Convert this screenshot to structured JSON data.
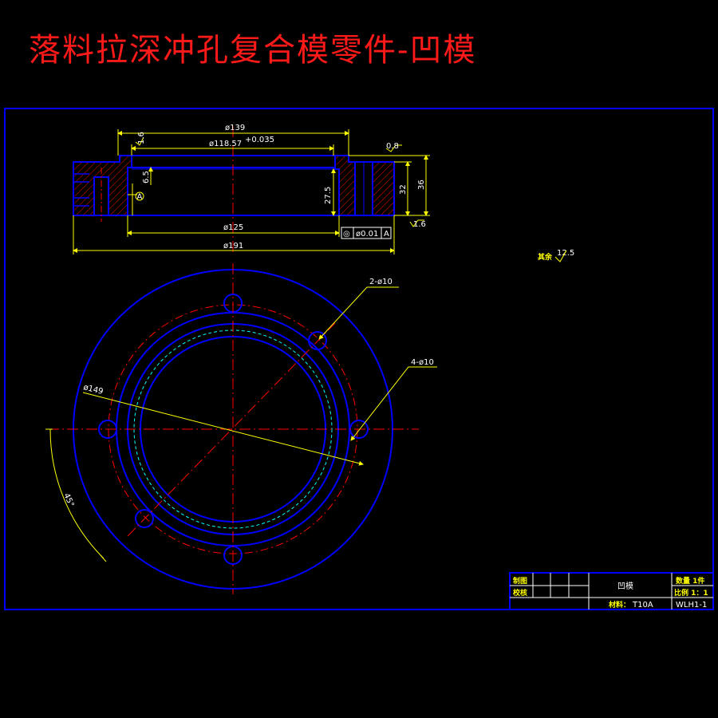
{
  "page": {
    "title": "落料拉深冲孔复合模零件-凹模"
  },
  "section_view": {
    "dims": {
      "d139": "ø139",
      "d118": "ø118.57",
      "d118_tol": "+0.035",
      "d125": "ø125",
      "d191": "ø191",
      "h65": "6.5",
      "h275": "27.5",
      "h32": "32",
      "h36": "36"
    },
    "datum_label": "A",
    "roughness_left": "1.6",
    "roughness_right": "0.8",
    "roughness_bottom": "1.6",
    "geo_tol": {
      "symbol": "◎",
      "value": "ø0.01",
      "datum": "A"
    }
  },
  "plan_view": {
    "callouts": {
      "holes_2": "2-ø10",
      "holes_4": "4-ø10",
      "pcd": "ø149",
      "angle": "45°"
    }
  },
  "surface_note": {
    "label": "其余",
    "value": "12.5"
  },
  "title_block": {
    "drawn_label": "制图",
    "checked_label": "校核",
    "part_name": "凹模",
    "quantity": "数量 1件",
    "scale": "比例 1：1",
    "material_label": "材料：",
    "material": "T10A",
    "drawing_no": "WLH1-1"
  },
  "colors": {
    "outline": "#0000ff",
    "dimension": "#ffff00",
    "centerline": "#ff0000",
    "hidden_circle": "#00ffff",
    "title": "#ff1a1a",
    "hatch": "#ff0000"
  }
}
